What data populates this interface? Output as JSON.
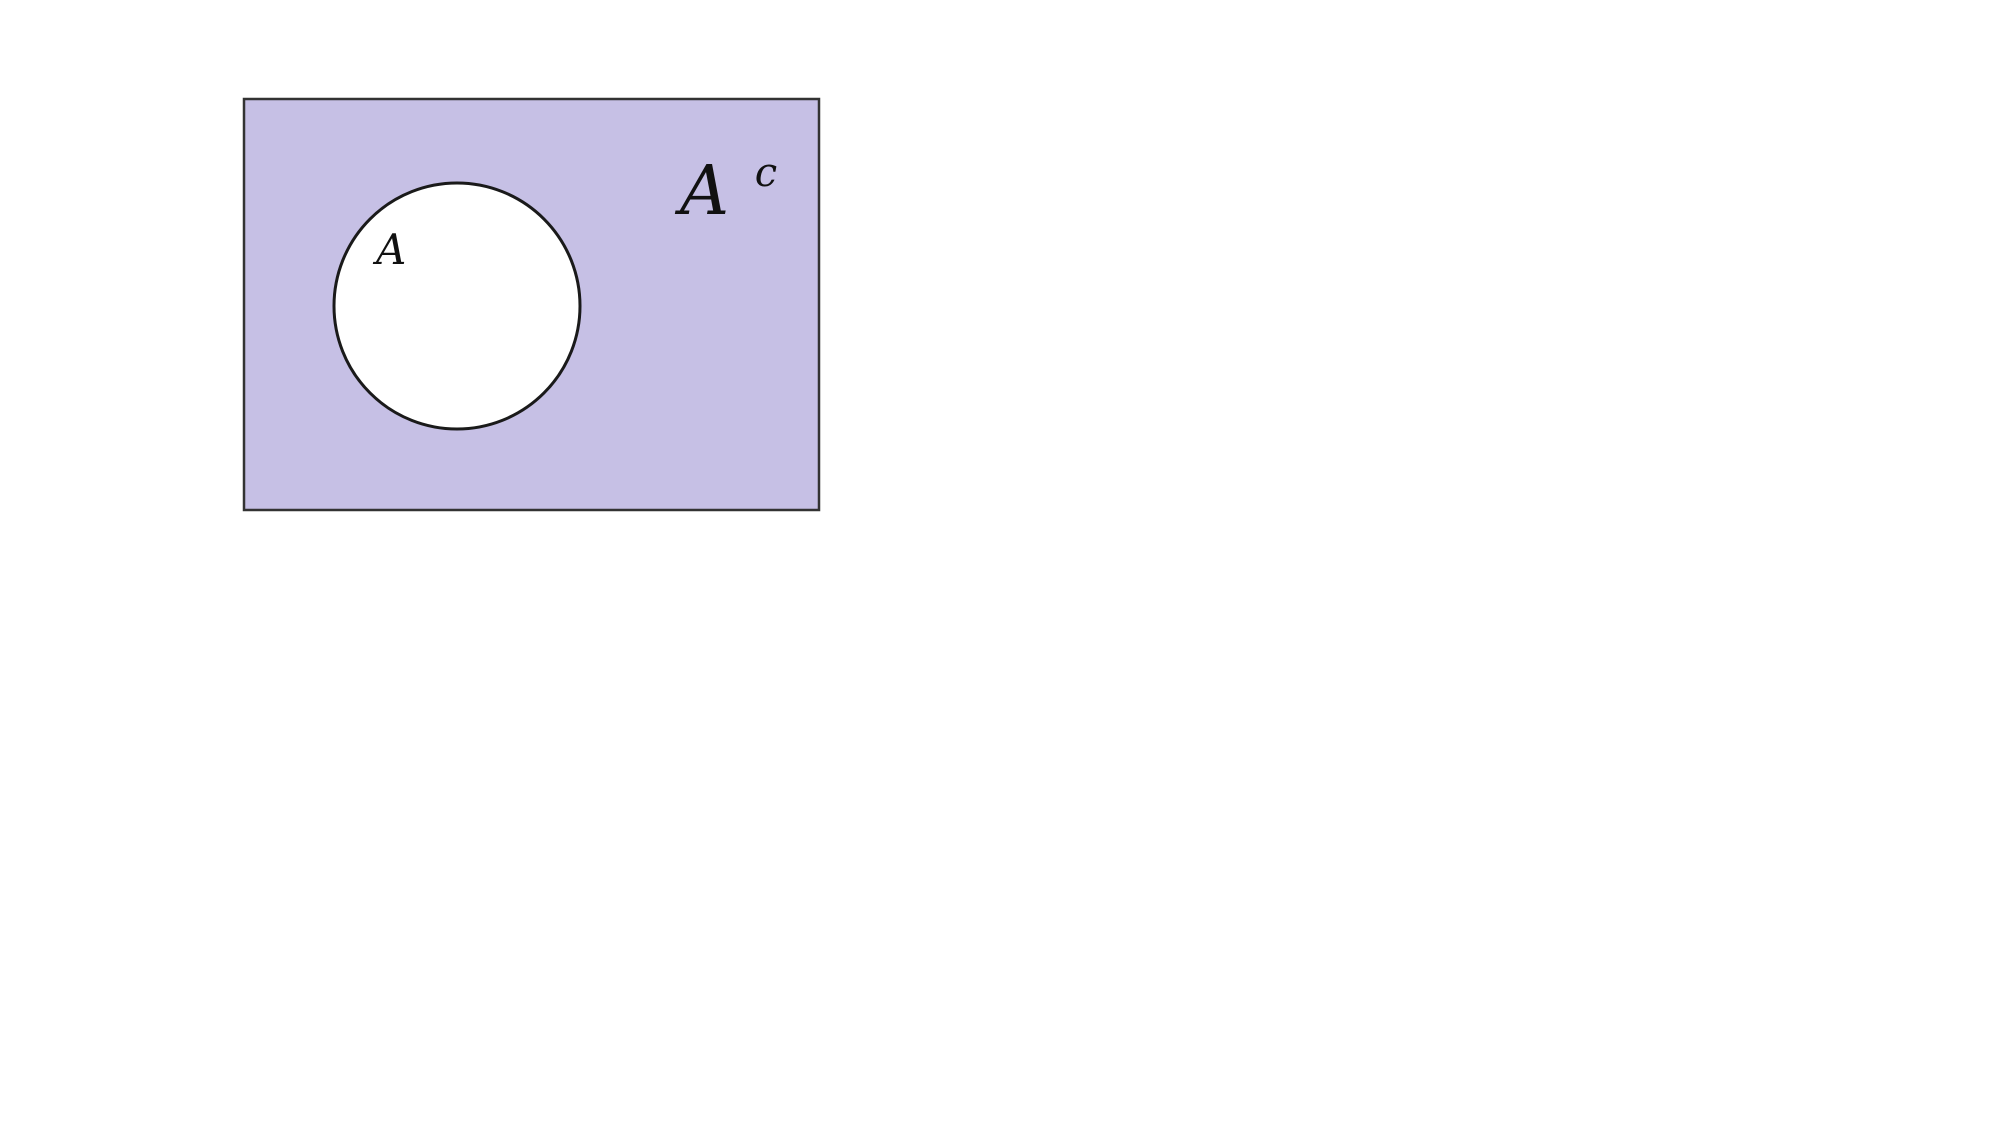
{
  "diagram": {
    "type": "venn-complement",
    "universe": {
      "fill_color": "#c6c0e5",
      "stroke_color": "#333333"
    },
    "set_a": {
      "label": "A",
      "fill_color": "#ffffff",
      "stroke_color": "#1a1a1a"
    },
    "complement": {
      "label_base": "A",
      "label_superscript": "c"
    }
  }
}
